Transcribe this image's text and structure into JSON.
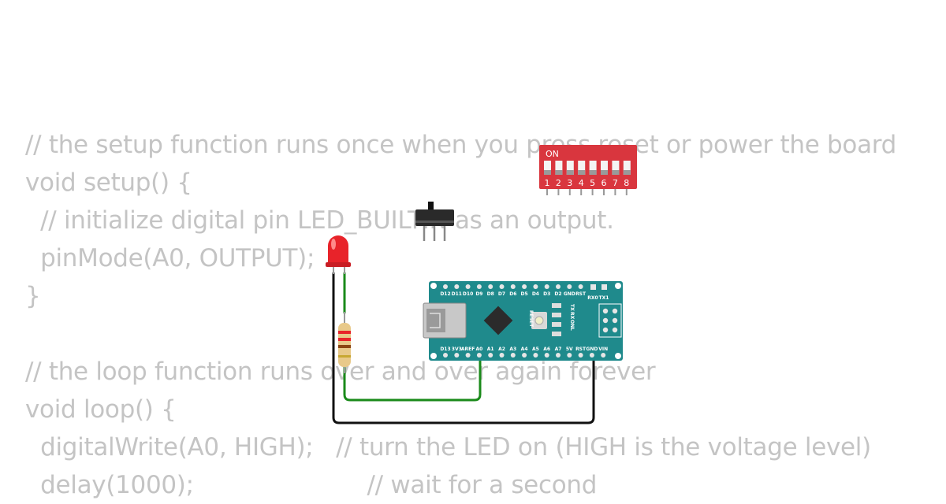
{
  "code_lines": [
    "// the setup function runs once when you press reset or power the board",
    "void setup() {",
    "  // initialize digital pin LED_BUILTIN as an output.",
    "  pinMode(A0, OUTPUT);",
    "}",
    "",
    "// the loop function runs over and over again forever",
    "void loop() {",
    "  digitalWrite(A0, HIGH);   // turn the LED on (HIGH is the voltage level)",
    "  delay(1000);                       // wait for a second"
  ],
  "dip_switch": {
    "label": "ON",
    "numbers": [
      "1",
      "2",
      "3",
      "4",
      "5",
      "6",
      "7",
      "8"
    ],
    "color": "#d9363e"
  },
  "arduino_nano": {
    "top_pins": [
      "D12",
      "D11",
      "D10",
      "D9",
      "D8",
      "D7",
      "D6",
      "D5",
      "D4",
      "D3",
      "D2",
      "GND",
      "RST"
    ],
    "bottom_pins": [
      "D13",
      "3V3",
      "AREF",
      "A0",
      "A1",
      "A2",
      "A3",
      "A4",
      "A5",
      "A6",
      "A7",
      "5V",
      "RST",
      "GND",
      "VIN"
    ],
    "side_labels": [
      "RX0",
      "TX1"
    ],
    "led_labels": [
      "TX",
      "RX",
      "ON",
      "L"
    ],
    "reset_label": "RESET",
    "board_color": "#1f8a8c"
  },
  "wire_colors": {
    "signal": "#1a8a1a",
    "ground": "#111111"
  },
  "led_color": "#e8232a"
}
